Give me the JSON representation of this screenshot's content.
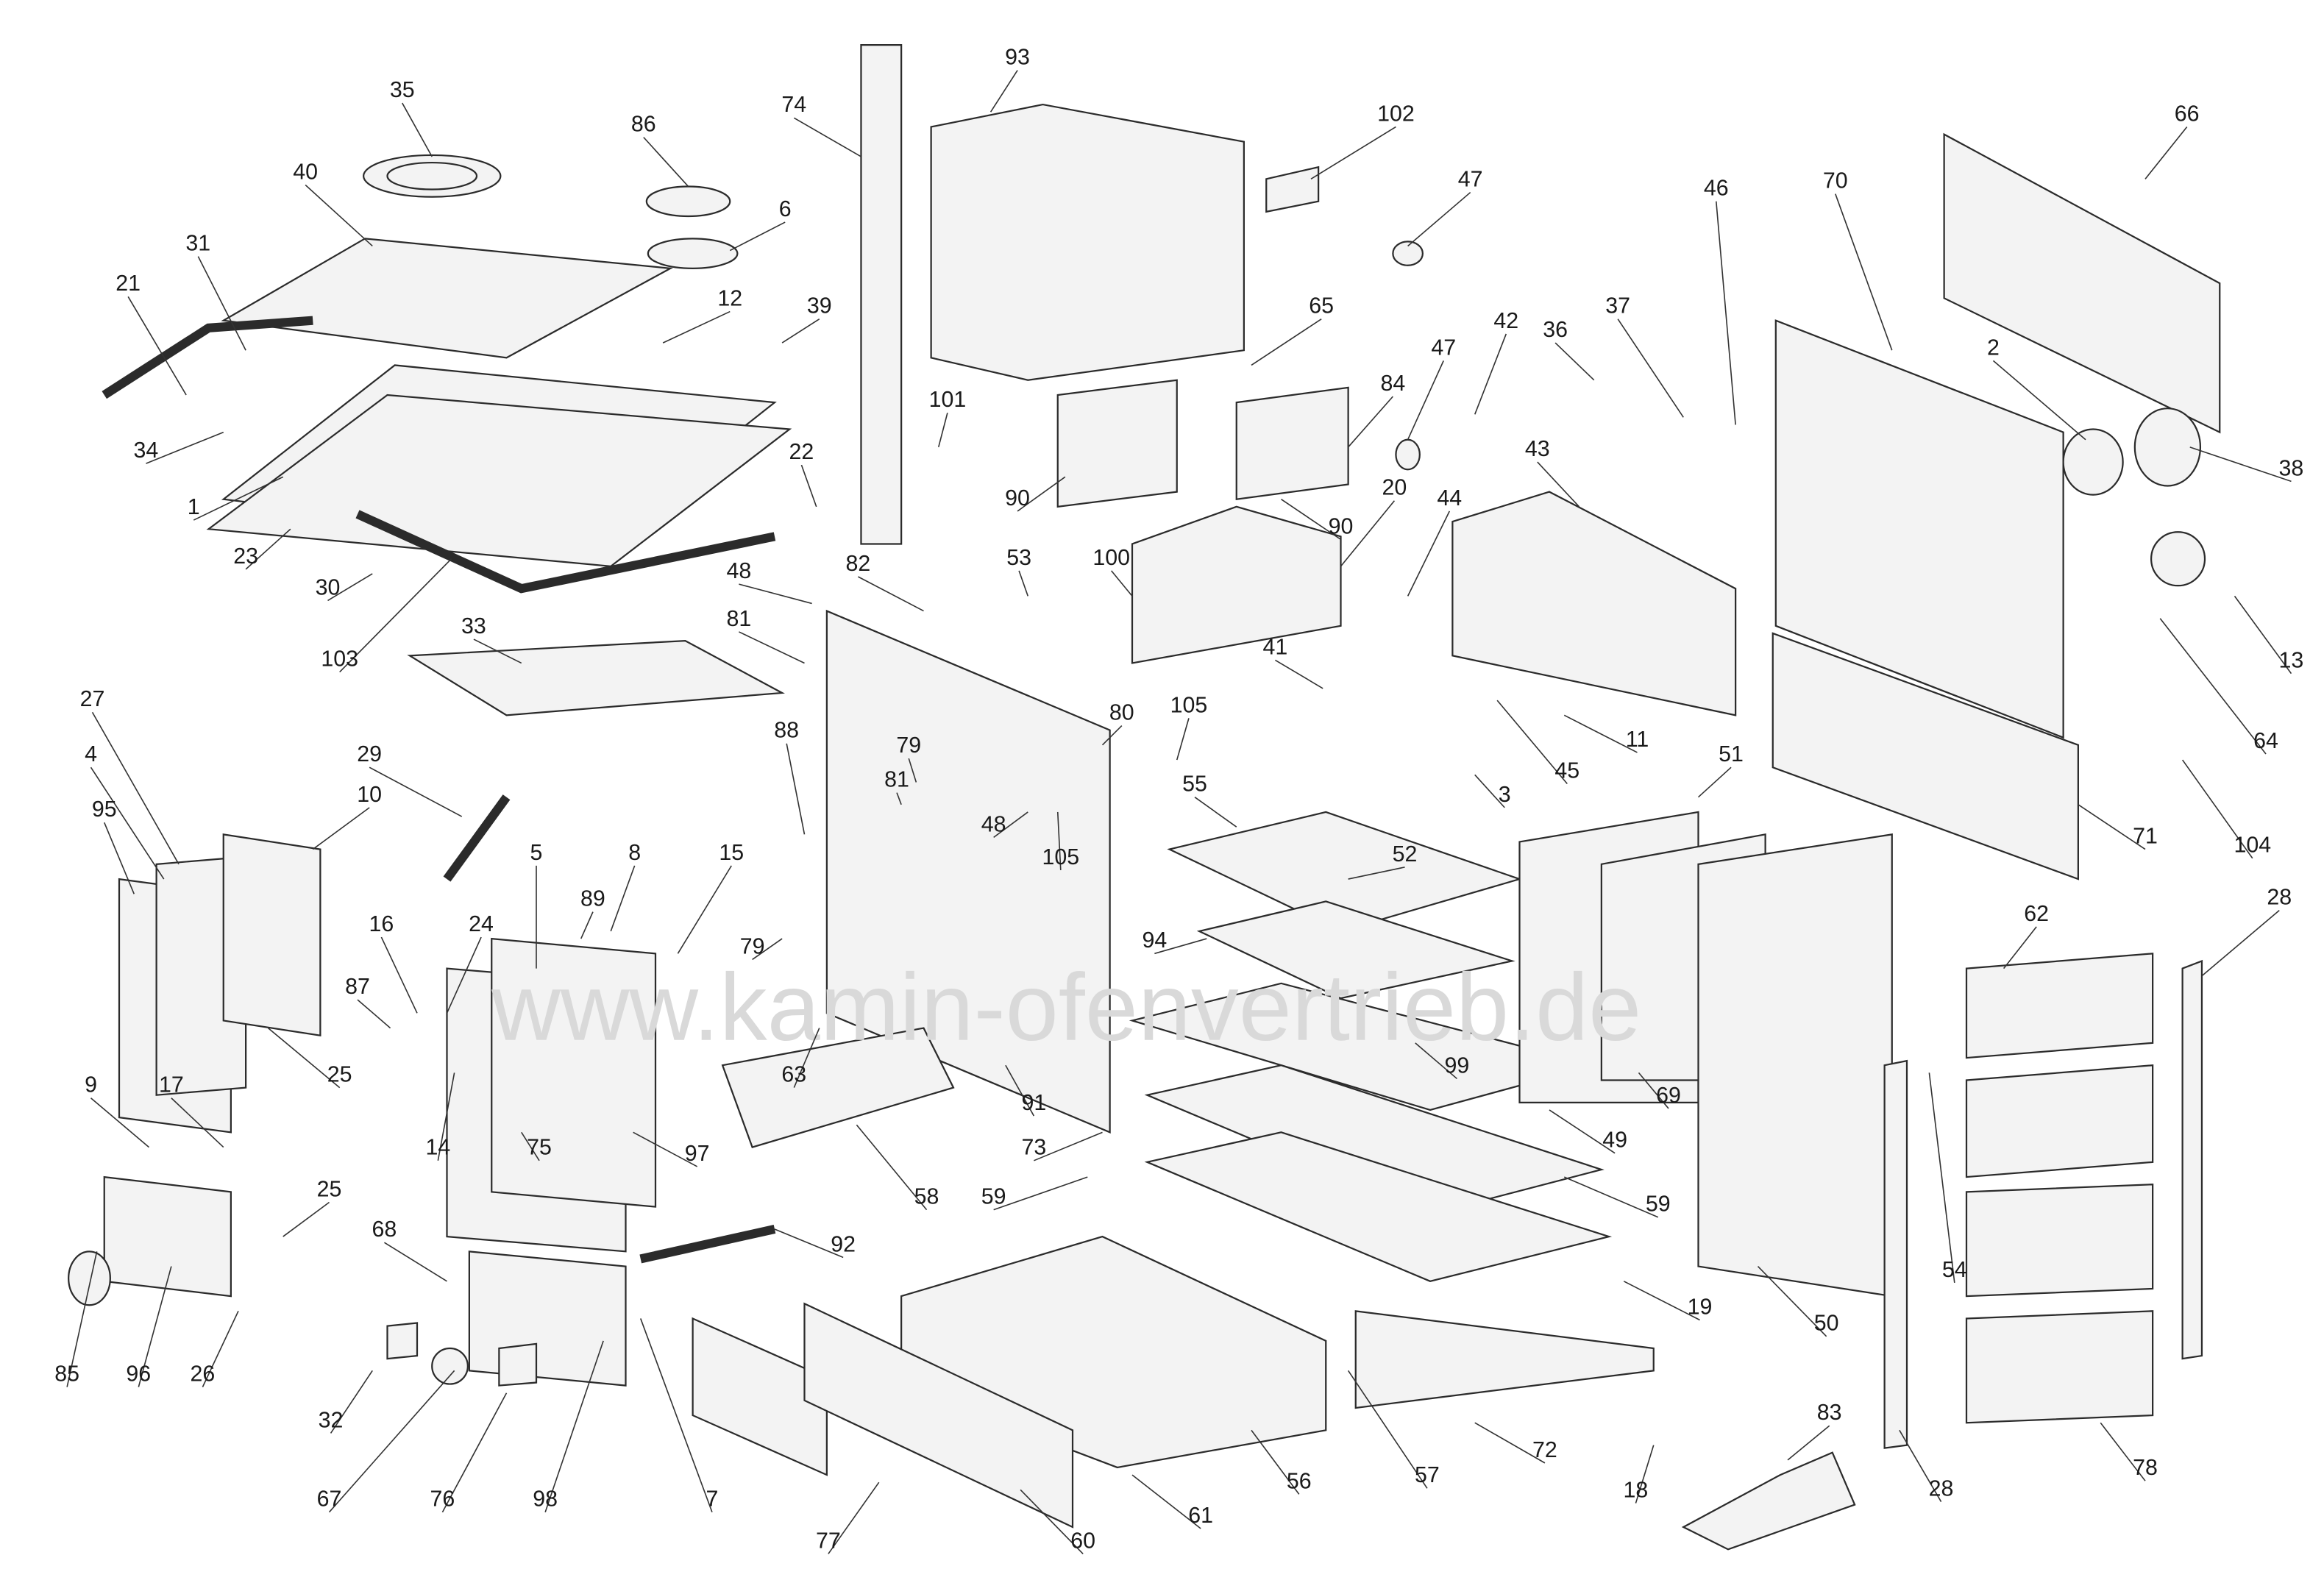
{
  "watermark": "www.kamin-ofenvertrieb.de",
  "labels": [
    "35",
    "86",
    "40",
    "6",
    "31",
    "21",
    "12",
    "39",
    "34",
    "1",
    "22",
    "23",
    "30",
    "103",
    "74",
    "93",
    "102",
    "47",
    "65",
    "101",
    "84",
    "90",
    "90",
    "42",
    "47",
    "36",
    "37",
    "46",
    "70",
    "66",
    "2",
    "38",
    "43",
    "44",
    "20",
    "53",
    "100",
    "82",
    "48",
    "81",
    "33",
    "13",
    "64",
    "104",
    "71",
    "41",
    "11",
    "45",
    "3",
    "51",
    "105",
    "80",
    "79",
    "81",
    "48",
    "105",
    "88",
    "29",
    "27",
    "10",
    "4",
    "95",
    "55",
    "52",
    "62",
    "28",
    "5",
    "8",
    "89",
    "15",
    "16",
    "24",
    "87",
    "25",
    "94",
    "79",
    "63",
    "99",
    "69",
    "49",
    "9",
    "17",
    "14",
    "75",
    "97",
    "91",
    "73",
    "58",
    "59",
    "59",
    "25",
    "68",
    "92",
    "54",
    "19",
    "50",
    "85",
    "96",
    "26",
    "32",
    "67",
    "76",
    "98",
    "7",
    "77",
    "60",
    "61",
    "56",
    "57",
    "72",
    "18",
    "83",
    "28",
    "78"
  ],
  "colors": {
    "line": "#2b2b2b",
    "part_fill": "#f3f3f3",
    "watermark": "#d9d9d9"
  }
}
